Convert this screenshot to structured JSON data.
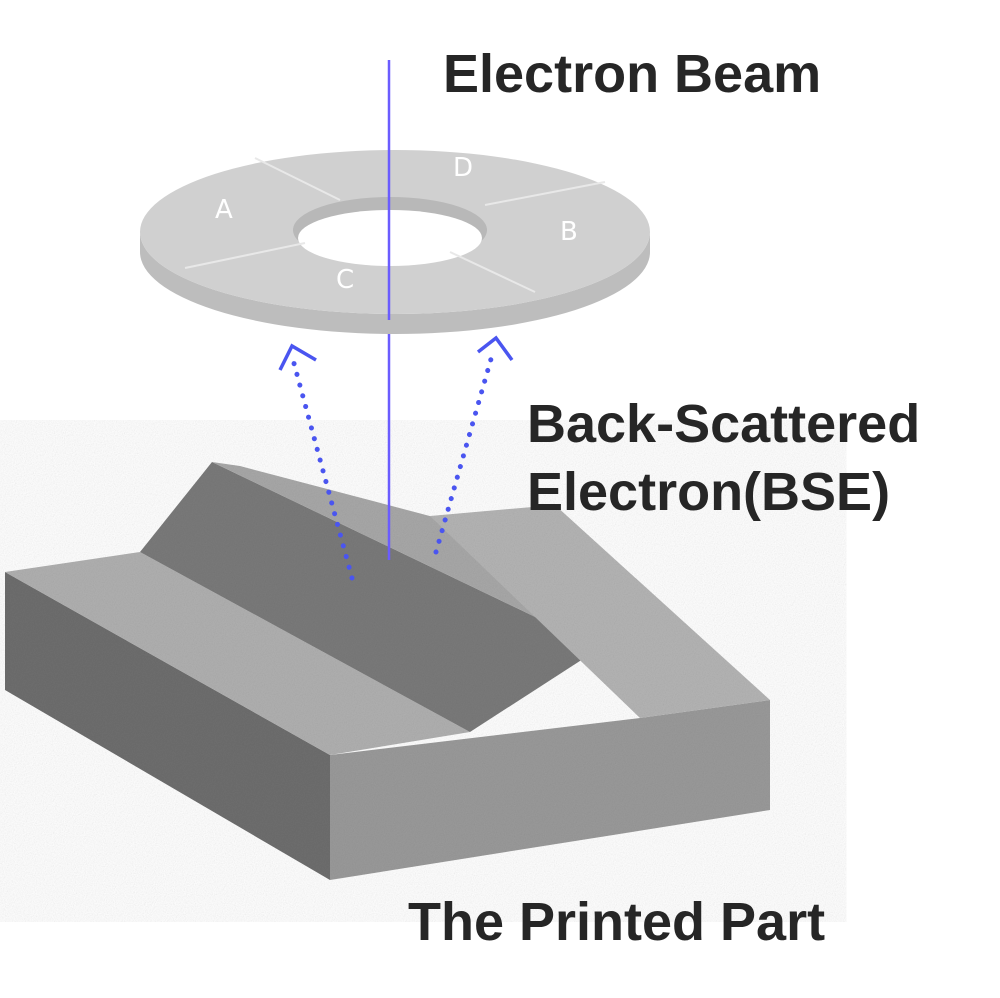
{
  "labels": {
    "beam": "Electron Beam",
    "bse_line1": "Back-Scattered",
    "bse_line2": "Electron(BSE)",
    "part": "The Printed Part"
  },
  "detector_segments": [
    "A",
    "B",
    "C",
    "D"
  ],
  "colors": {
    "beam": "#6b5cff",
    "arrow": "#4a55f0",
    "detector": "#d0d0d0",
    "part": "#8a8a8a"
  }
}
